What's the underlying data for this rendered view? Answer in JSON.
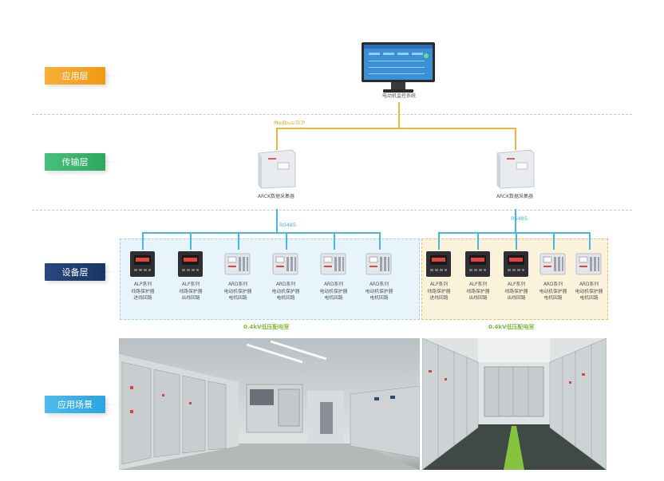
{
  "layers": {
    "application": {
      "label": "应用层",
      "color": "#f5a623"
    },
    "transmission": {
      "label": "传输层",
      "color": "#3ab56a"
    },
    "device": {
      "label": "设备层",
      "color": "#1f3f73"
    },
    "scene": {
      "label": "应用场景",
      "color": "#39aee6"
    }
  },
  "monitor": {
    "caption": "电动机监控系统"
  },
  "protocols": {
    "top": "Modbus-TCP",
    "left": "RS485",
    "right": "RS485"
  },
  "gateways": [
    {
      "caption": "ARCK数据采集器"
    },
    {
      "caption": "ARCK数据采集器"
    }
  ],
  "devices_left": [
    {
      "line1": "ALP系列",
      "line2": "线路保护器",
      "line3": "进线回路",
      "type": "dark"
    },
    {
      "line1": "ALP系列",
      "line2": "线路保护器",
      "line3": "出线回路",
      "type": "dark"
    },
    {
      "line1": "ARD系列",
      "line2": "电动机保护器",
      "line3": "电机回路",
      "type": "light"
    },
    {
      "line1": "ARD系列",
      "line2": "电动机保护器",
      "line3": "电机回路",
      "type": "light"
    },
    {
      "line1": "ARD系列",
      "line2": "电动机保护器",
      "line3": "电机回路",
      "type": "light"
    },
    {
      "line1": "ARD系列",
      "line2": "电动机保护器",
      "line3": "电机回路",
      "type": "light"
    }
  ],
  "devices_right": [
    {
      "line1": "ALP系列",
      "line2": "线路保护器",
      "line3": "进线回路",
      "type": "dark"
    },
    {
      "line1": "ALP系列",
      "line2": "线路保护器",
      "line3": "出线回路",
      "type": "dark"
    },
    {
      "line1": "ALP系列",
      "line2": "线路保护器",
      "line3": "出线回路",
      "type": "dark"
    },
    {
      "line1": "ARD系列",
      "line2": "电动机保护器",
      "line3": "电机回路",
      "type": "light"
    },
    {
      "line1": "ARD系列",
      "line2": "电动机保护器",
      "line3": "电机回路",
      "type": "light"
    }
  ],
  "rooms": {
    "left": "0.4kV低压配电室",
    "right": "0.4kV低压配电室"
  }
}
